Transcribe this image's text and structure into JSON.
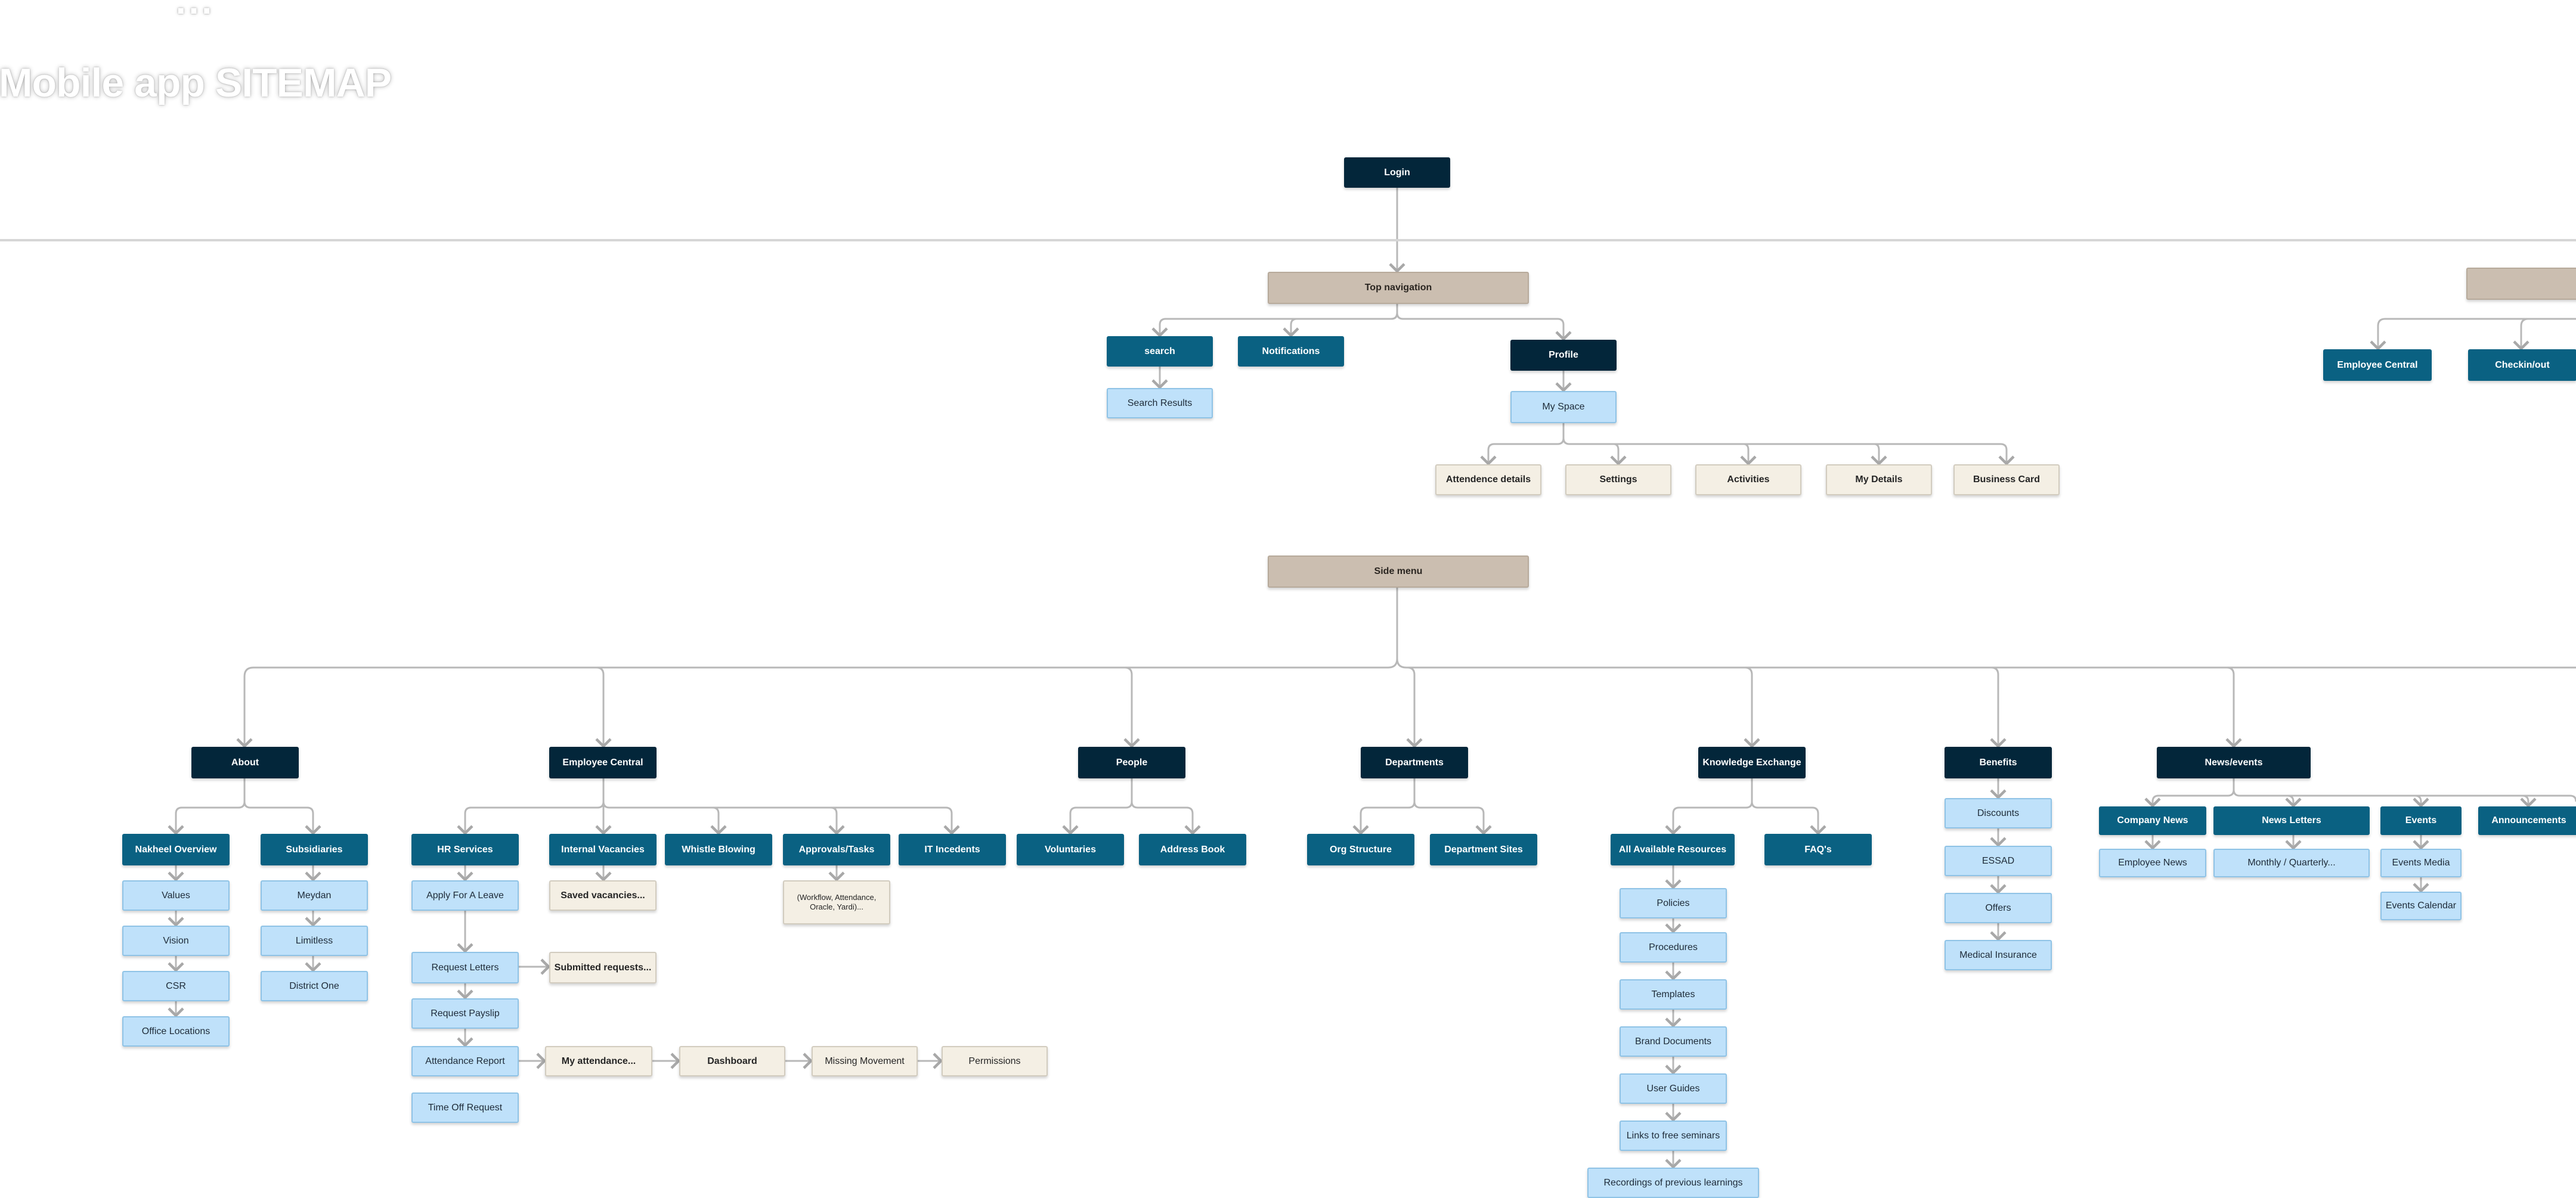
{
  "title": {
    "top": "...",
    "main": "Mobile app SITEMAP"
  },
  "nodes": {
    "login": "Login",
    "top_navigation": "Top navigation",
    "search": "search",
    "search_results": "Search Results",
    "notifications": "Notifications",
    "profile": "Profile",
    "my_space": "My Space",
    "attendence_details": "Attendence details",
    "settings": "Settings",
    "activities": "Activities",
    "my_details": "My Details",
    "business_card": "Business Card",
    "employee_central_right": "Employee Central",
    "checkin_out": "Checkin/out",
    "side_menu": "Side menu",
    "about": "About",
    "nakheel_overview": "Nakheel Overview",
    "values": "Values",
    "vision": "Vision",
    "csr": "CSR",
    "office_locations": "Office Locations",
    "subsidiaries": "Subsidiaries",
    "meydan": "Meydan",
    "limitless": "Limitless",
    "district_one": "District One",
    "employee_central": "Employee Central",
    "hr_services": "HR Services",
    "apply_for_a_leave": "Apply For A Leave",
    "request_letters": "Request Letters",
    "request_payslip": "Request Payslip",
    "attendance_report": "Attendance Report",
    "time_off_request": "Time Off Request",
    "internal_vacancies": "Internal Vacancies",
    "saved_vacancies": "Saved vacancies...",
    "submitted_requests": "Submitted requests...",
    "my_attendance": "My attendance...",
    "dashboard": "Dashboard",
    "missing_movement": "Missing Movement",
    "permissions": "Permissions",
    "whistle_blowing": "Whistle Blowing",
    "approvals_tasks": "Approvals/Tasks",
    "approvals_detail": "(Workflow, Attendance, Oracle, Yardi)...",
    "it_incedents": "IT Incedents",
    "people": "People",
    "voluntaries": "Voluntaries",
    "address_book": "Address Book",
    "departments": "Departments",
    "org_structure": "Org Structure",
    "department_sites": "Department Sites",
    "knowledge_exchange": "Knowledge Exchange",
    "all_available_resources": "All Available Resources",
    "policies": "Policies",
    "procedures": "Procedures",
    "templates": "Templates",
    "brand_documents": "Brand Documents",
    "user_guides": "User Guides",
    "links_free_seminars": "Links to free seminars",
    "recordings": "Recordings of previous learnings",
    "faqs": "FAQ's",
    "benefits": "Benefits",
    "discounts": "Discounts",
    "essad": "ESSAD",
    "offers": "Offers",
    "medical_insurance": "Medical Insurance",
    "news_events": "News/events",
    "company_news": "Company News",
    "employee_news": "Employee News",
    "news_letters": "News Letters",
    "monthly_quarterly": "Monthly /  Quarterly...",
    "events": "Events",
    "events_media": "Events Media",
    "events_calendar": "Events Calendar",
    "announcements": "Announcements",
    "right_tan": ""
  },
  "colors": {
    "dark_node": "#03263a",
    "teal_node": "#0a6182",
    "light_node": "#bfe1fa",
    "beige_node": "#f4efe4",
    "tan_node": "#cbbeb0",
    "connector": "#b8b8b8"
  }
}
